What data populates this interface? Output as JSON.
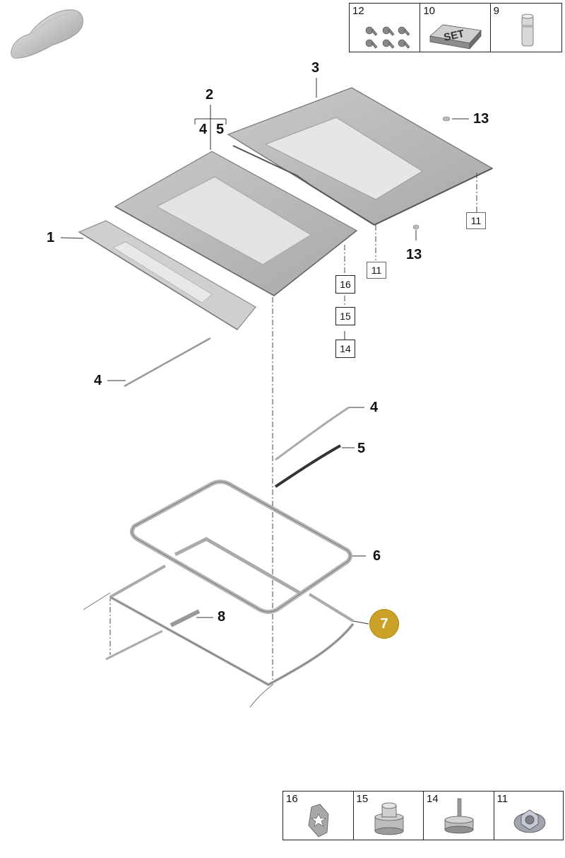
{
  "top_legend": [
    {
      "label": "12",
      "icon": "screws-icon"
    },
    {
      "label": "10",
      "icon": "set-box-icon"
    },
    {
      "label": "9",
      "icon": "pin-icon"
    }
  ],
  "bottom_legend": [
    {
      "label": "16",
      "icon": "star-washer-icon"
    },
    {
      "label": "15",
      "icon": "knurled-nut-icon"
    },
    {
      "label": "14",
      "icon": "threaded-stud-icon"
    },
    {
      "label": "11",
      "icon": "flange-nut-icon"
    }
  ],
  "callouts": {
    "c1": "1",
    "c2": "2",
    "c2a": "4",
    "c2b": "5",
    "c3": "3",
    "c4_left": "4",
    "c4_right": "4",
    "c5": "5",
    "c6": "6",
    "c8": "8",
    "c13_top": "13",
    "c13_bottom": "13"
  },
  "boxed": {
    "b11_right": "11",
    "b11_left": "11",
    "b16": "16",
    "b15": "15",
    "b14": "14"
  },
  "highlight": {
    "label": "7",
    "color": "#c9a227"
  }
}
